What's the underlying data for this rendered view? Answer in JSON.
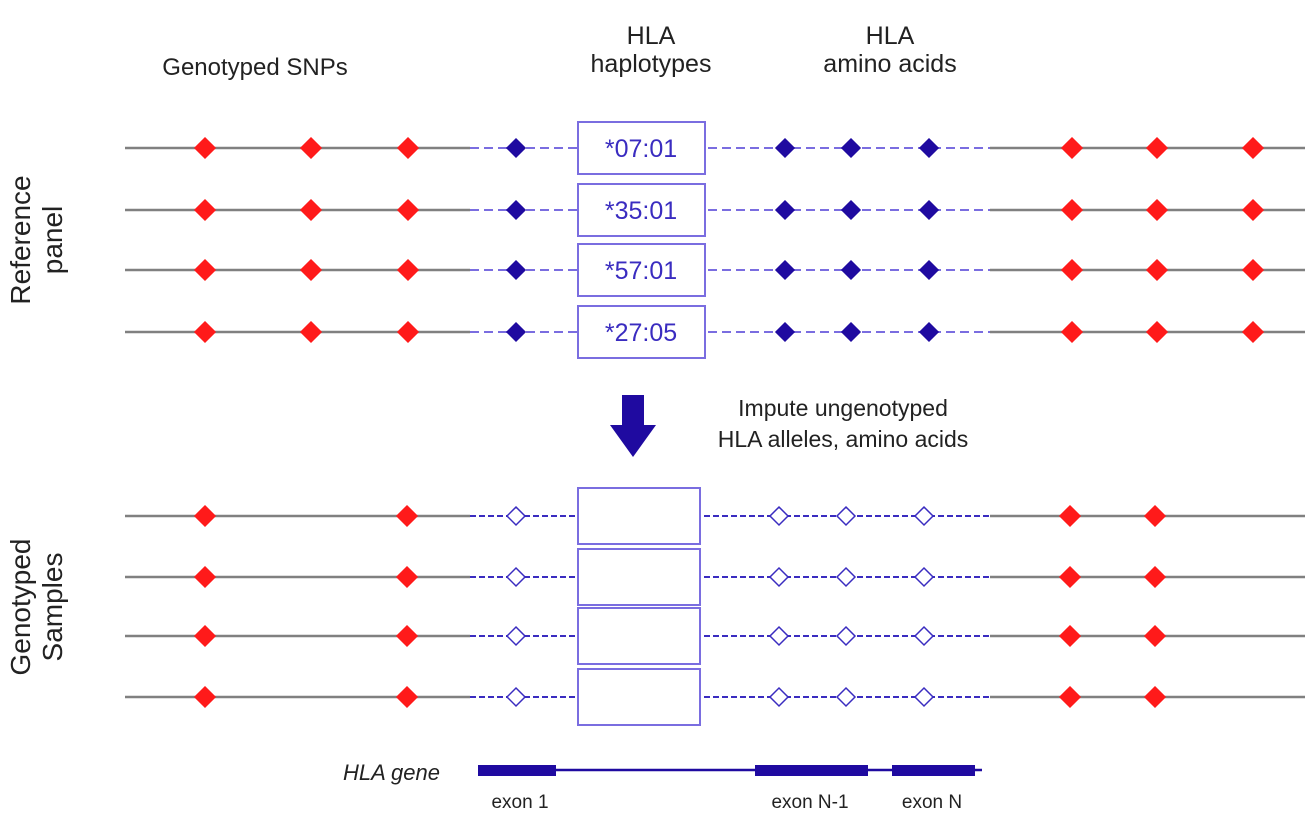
{
  "headers": {
    "snps": "Genotyped SNPs",
    "hla_haplotypes_line1": "HLA",
    "hla_haplotypes_line2": "haplotypes",
    "hla_aa_line1": "HLA",
    "hla_aa_line2": "amino acids"
  },
  "side_labels": {
    "reference_line1": "Reference",
    "reference_line2": "panel",
    "genotyped_line1": "Genotyped",
    "genotyped_line2": "Samples"
  },
  "reference_alleles": [
    "*07:01",
    "*35:01",
    "*57:01",
    "*27:05"
  ],
  "impute": {
    "line1": "Impute ungenotyped",
    "line2": "HLA alleles, amino acids"
  },
  "gene": {
    "label": "HLA gene",
    "exons": [
      "exon 1",
      "exon N-1",
      "exon N"
    ]
  },
  "colors": {
    "snp": "#ff1a1a",
    "hla": "#1f0aa0",
    "hla_light": "#7a6de0",
    "line": "#808080"
  }
}
